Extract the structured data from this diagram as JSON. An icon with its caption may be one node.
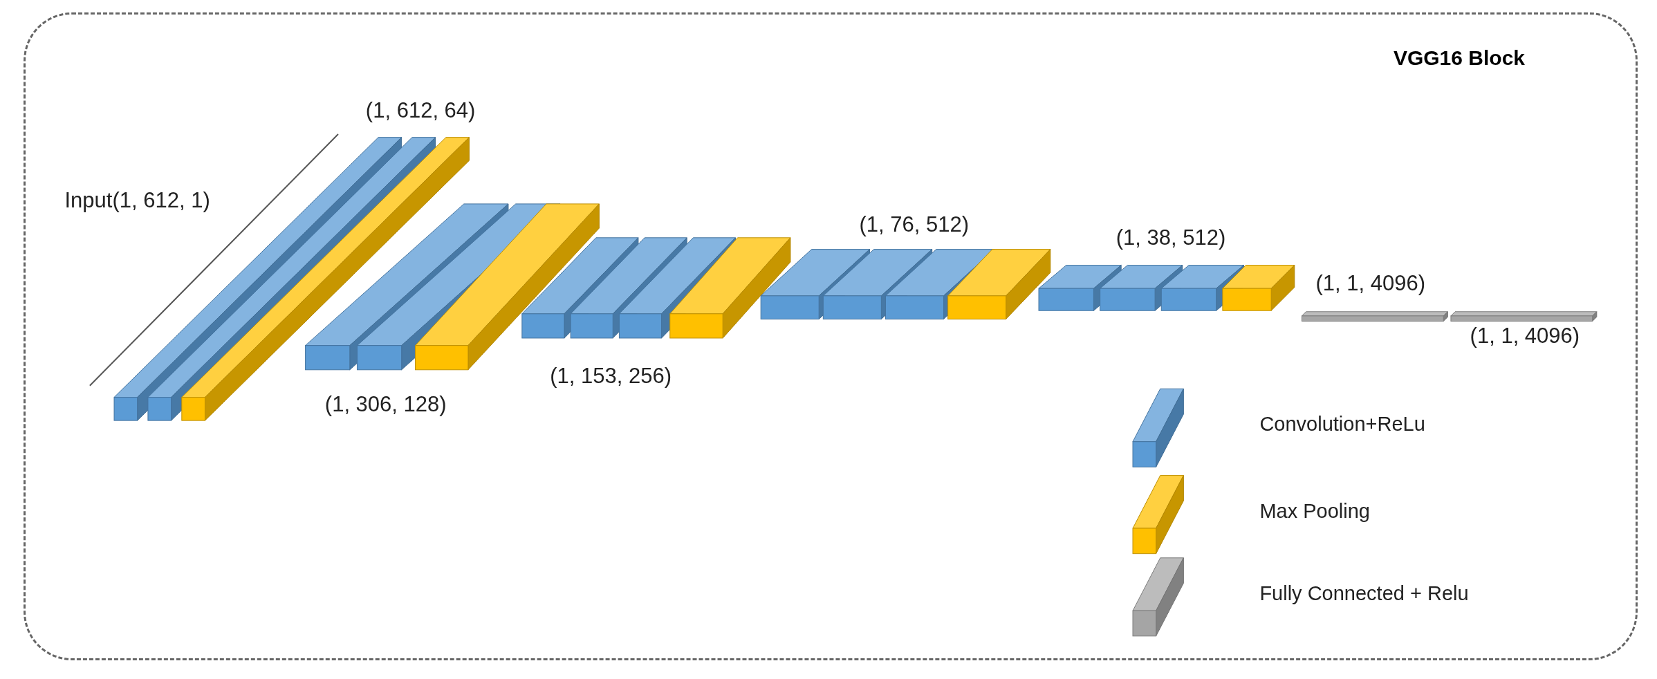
{
  "diagram": {
    "nodes": [
      {
        "text": [
          "VGG16 Block"
        ]
      }
    ],
    "labels": [
      "(1, 612, 64)",
      "Input(1, 612, 1)",
      "(1, 76, 512)",
      "(1, 38, 512)",
      "(1, 1, 4096)",
      "(1, 1, 4096)",
      "(1, 306, 128)",
      "(1, 153, 256)"
    ],
    "legend": [
      {
        "text": "Convolution+ReLu",
        "color": "#5b9bd5"
      },
      {
        "text": "Max Pooling",
        "color": "#ffc000"
      },
      {
        "text": "Fully Connected + Relu",
        "color": "#a5a5a5"
      }
    ]
  }
}
